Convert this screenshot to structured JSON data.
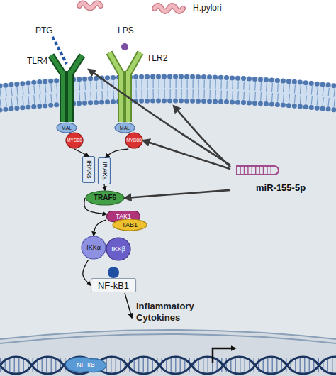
{
  "diagram": {
    "nodes": [
      {
        "text": [
          "TLR4"
        ]
      },
      {
        "text": [
          "TLR2"
        ]
      },
      {
        "text": [
          "MAL"
        ]
      },
      {
        "text": [
          "MYD88"
        ]
      },
      {
        "text": [
          "MAL"
        ]
      },
      {
        "text": [
          "MYD88"
        ]
      },
      {
        "text": [
          "IRAKs"
        ]
      },
      {
        "text": [
          "IRAKs"
        ]
      },
      {
        "text": [
          "miR-155-5p"
        ]
      },
      {
        "text": [
          "TRAF6"
        ]
      },
      {
        "text": [
          "TAK1"
        ]
      },
      {
        "text": [
          "TAB1"
        ]
      },
      {
        "text": [
          "IKKα"
        ]
      },
      {
        "text": [
          "IKKβ"
        ]
      },
      {
        "text": [
          "NF-kB1"
        ]
      },
      {
        "text": [
          "NF-κB"
        ]
      }
    ],
    "edges": [
      {
        "from": 3,
        "to": 6,
        "arrow": "to"
      },
      {
        "from": 5,
        "to": 7,
        "arrow": "to"
      },
      {
        "from": 7,
        "to": 9,
        "arrow": "to"
      },
      {
        "from": 8,
        "to": 0,
        "arrow": "to"
      },
      {
        "from": 8,
        "to": 1,
        "arrow": "to"
      },
      {
        "from": 8,
        "to": 5,
        "arrow": "to"
      },
      {
        "from": 8,
        "to": 9,
        "arrow": "to"
      },
      {
        "from": 9,
        "to": 10,
        "arrow": "to"
      },
      {
        "from": 10,
        "to": 12,
        "arrow": "to"
      },
      {
        "from": 12,
        "to": 14,
        "arrow": "to"
      }
    ],
    "labels": [
      "H.pylori",
      "PTG",
      "LPS",
      "Inflammatory Cytokines"
    ]
  }
}
